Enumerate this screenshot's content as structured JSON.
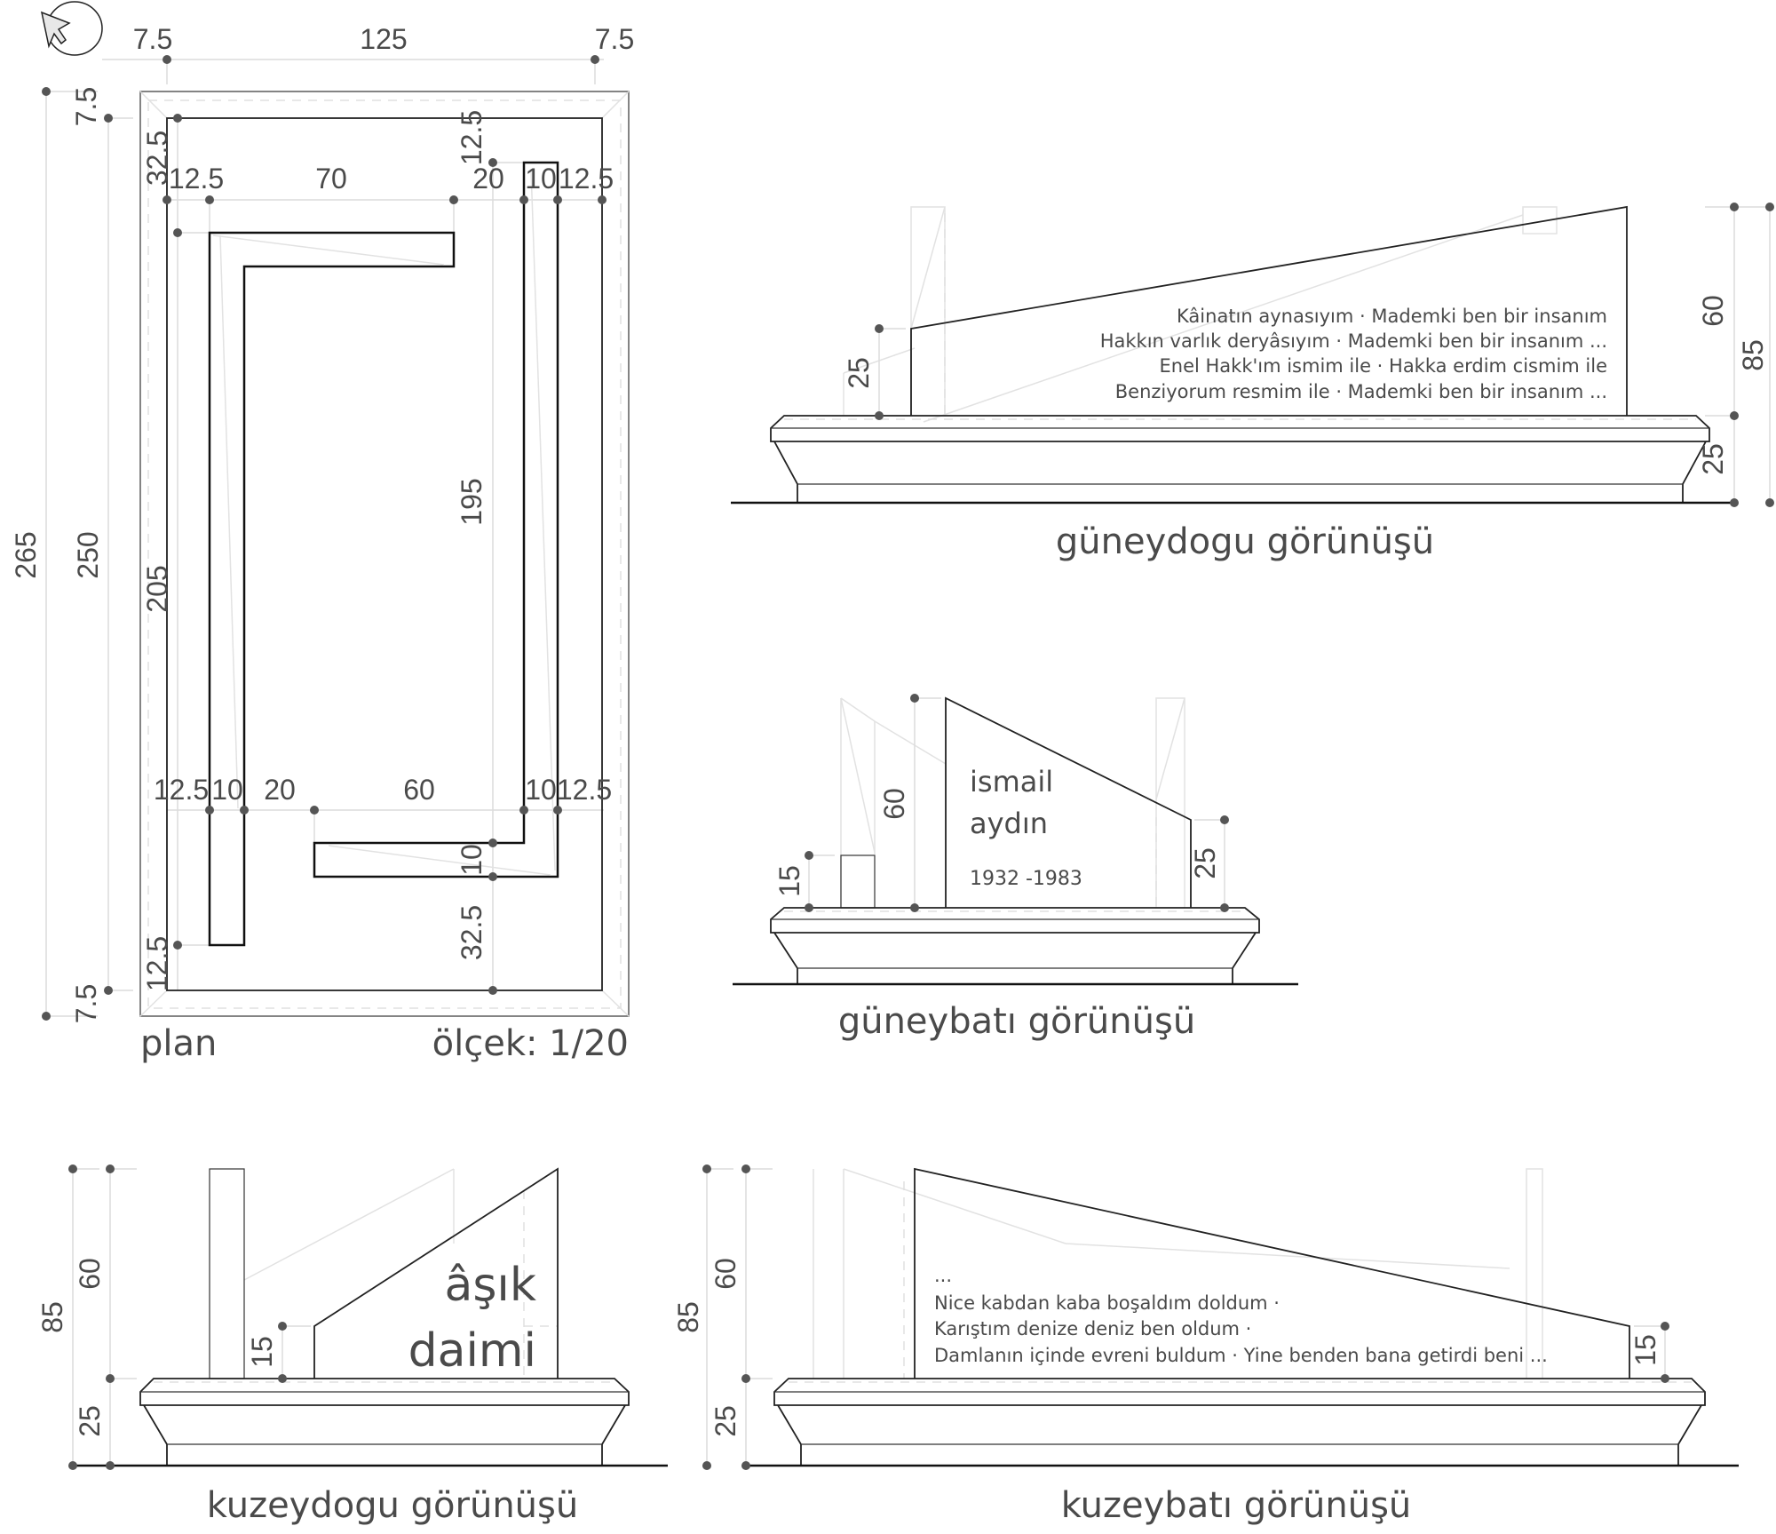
{
  "colors": {
    "ink": "#111111",
    "text": "#4a4a4a",
    "guide": "#dcdcdc",
    "dot": "#555555"
  },
  "north_icon": "cursor-arrow-icon",
  "plan": {
    "label": "plan",
    "scale": "ölçek: 1/20",
    "dims": {
      "top_left": "7.5",
      "top_mid": "125",
      "top_right": "7.5",
      "side_top": "7.5",
      "side_bottom": "7.5",
      "total": "265",
      "inner": "250",
      "left_top": "32.5",
      "left_run": "205",
      "left_bottom": "12.5",
      "row1_a": "12.5",
      "row1_b": "70",
      "row1_c": "20",
      "row1_d": "10",
      "row1_e": "12.5",
      "right_top": "12.5",
      "right_run": "195",
      "row2_a": "12.5",
      "row2_b": "10",
      "row2_c": "20",
      "row2_d": "60",
      "row2_e": "10",
      "row2_f": "12.5",
      "bar_thickness": "10",
      "bottom_gap": "32.5"
    }
  },
  "views": {
    "southeast": {
      "title": "güneydogu görünüşü",
      "dims": {
        "low": "25",
        "stone": "60",
        "total": "85",
        "base": "25"
      },
      "inscription": [
        "Kâinatın aynasıyım · Mademki ben bir insanım",
        "Hakkın varlık deryâsıyım · Mademki ben bir insanım ...",
        "Enel Hakk'ım ismim ile  · Hakka erdim cismim ile",
        "Benziyorum resmim ile · Mademki ben bir insanım ..."
      ]
    },
    "southwest": {
      "title": "güneybatı görünüşü",
      "dims": {
        "small": "15",
        "stone": "60",
        "low": "25"
      },
      "name_line1": "ismail",
      "name_line2": "aydın",
      "dates": "1932 -1983"
    },
    "northeast": {
      "title": "kuzeydogu görünüşü",
      "dims": {
        "total": "85",
        "stone": "60",
        "low": "15",
        "base": "25"
      },
      "engraving_line1": "âşık",
      "engraving_line2": "daimi"
    },
    "northwest": {
      "title": "kuzeybatı görünüşü",
      "dims": {
        "total": "85",
        "stone": "60",
        "low": "15",
        "base": "25"
      },
      "inscription": [
        "...",
        "Nice kabdan kaba boşaldım doldum ·",
        "Karıştım denize deniz ben oldum ·",
        "Damlanın içinde evreni buldum · Yine benden bana getirdi beni ..."
      ]
    }
  }
}
